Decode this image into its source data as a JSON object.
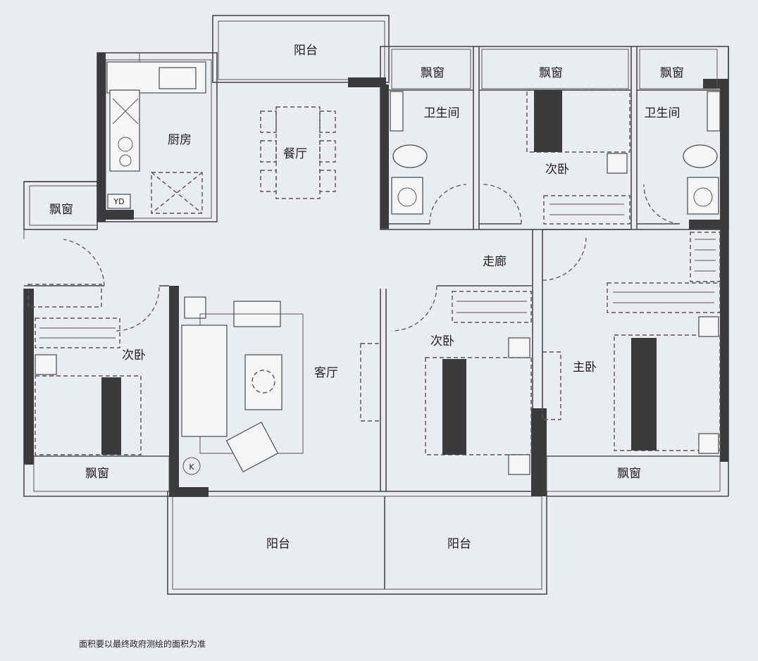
{
  "plan": {
    "rooms": {
      "balcony_top": "阳台",
      "bay_bath_left": "飘窗",
      "bay_bed_top": "飘窗",
      "bay_bath_right": "飘窗",
      "bath_left": "卫生间",
      "bath_right": "卫生间",
      "kitchen": "厨房",
      "dining": "餐厅",
      "bed_top": "次卧",
      "bay_left_small": "飘窗",
      "corridor": "走廊",
      "bed_left": "次卧",
      "living": "客厅",
      "bed_mid": "次卧",
      "master": "主卧",
      "bay_bed_left": "飘窗",
      "bay_master": "飘窗",
      "balcony_bl": "阳台",
      "balcony_br": "阳台"
    },
    "markers": {
      "yd": "YD",
      "k": "K"
    }
  },
  "footnote": "面积要以最终政府测绘的面积为准"
}
